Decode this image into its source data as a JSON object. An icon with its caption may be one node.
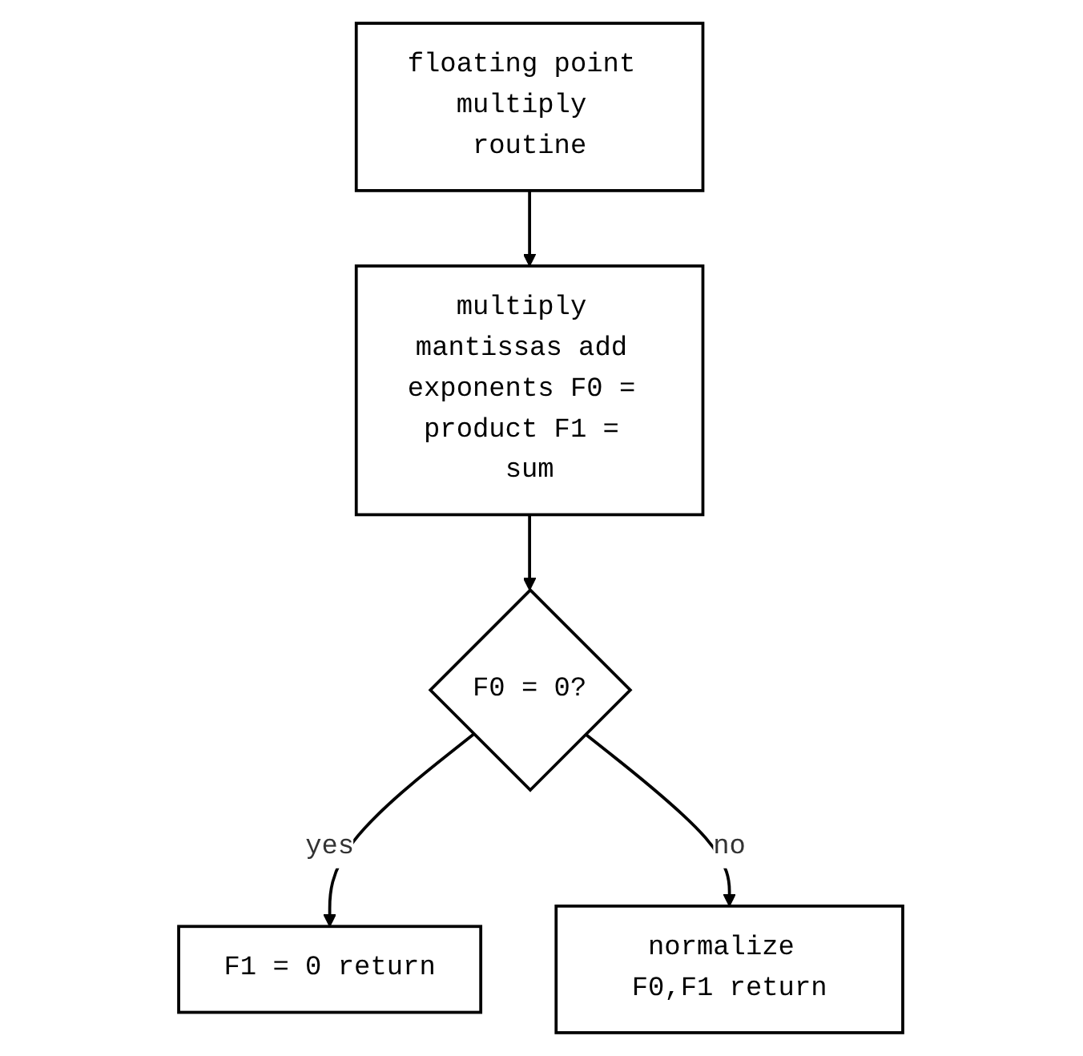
{
  "diagram": {
    "nodes": [
      {
        "text": [
          "floating point multiply routine"
        ]
      },
      {
        "text": [
          "multiply mantissas add exponents F0 = product F1 = sum"
        ]
      },
      {
        "text": [
          "F0 = 0?"
        ]
      },
      {
        "text": [
          "F1 = 0 return"
        ]
      },
      {
        "text": [
          "normalize F0,F1 return"
        ]
      }
    ],
    "edges": [
      {
        "from": 0,
        "to": 1,
        "arrow": "to"
      },
      {
        "from": 1,
        "to": 2,
        "arrow": "to"
      },
      {
        "from": 2,
        "to": 3,
        "arrow": "to",
        "label": "yes"
      },
      {
        "from": 2,
        "to": 4,
        "arrow": "to",
        "label": "no"
      }
    ]
  }
}
